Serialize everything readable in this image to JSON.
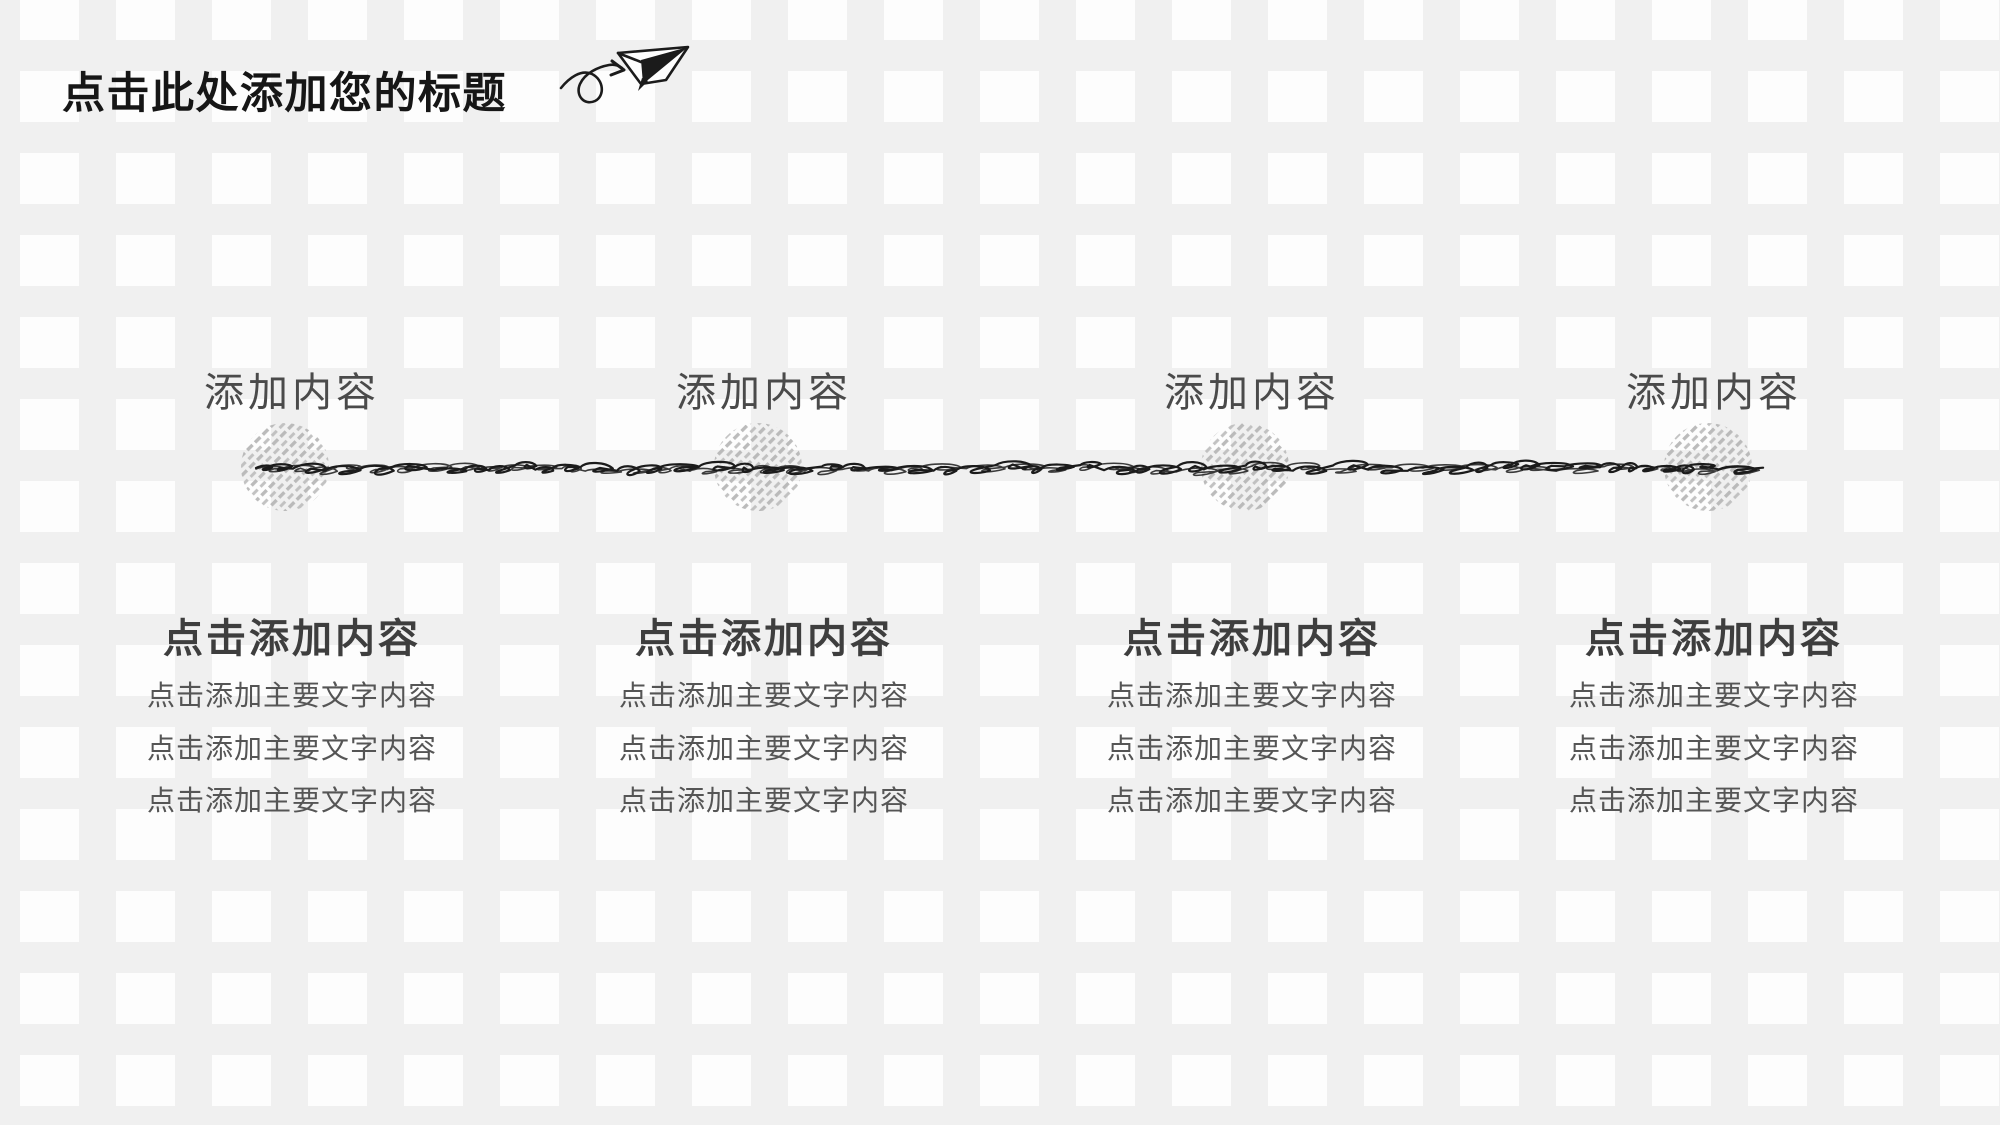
{
  "slide": {
    "title": "点击此处添加您的标题"
  },
  "decorations": {
    "plane_icon": "paper-plane-with-swirl-arrow-icon",
    "node_marker": "hatched-sketch-circle",
    "timeline_line": "hand-drawn-scribble-line"
  },
  "timeline": {
    "nodes": [
      {
        "label": "添加内容",
        "heading": "点击添加内容",
        "body": [
          "点击添加主要文字内容",
          "点击添加主要文字内容",
          "点击添加主要文字内容"
        ]
      },
      {
        "label": "添加内容",
        "heading": "点击添加内容",
        "body": [
          "点击添加主要文字内容",
          "点击添加主要文字内容",
          "点击添加主要文字内容"
        ]
      },
      {
        "label": "添加内容",
        "heading": "点击添加内容",
        "body": [
          "点击添加主要文字内容",
          "点击添加主要文字内容",
          "点击添加主要文字内容"
        ]
      },
      {
        "label": "添加内容",
        "heading": "点击添加内容",
        "body": [
          "点击添加主要文字内容",
          "点击添加主要文字内容",
          "点击添加主要文字内容"
        ]
      }
    ]
  },
  "colors": {
    "background_gray": "#f0f0f0",
    "square_white": "#fdfdfd",
    "title_text": "#161616",
    "node_label_text": "#4a4a4a",
    "heading_text": "#3e3e3e",
    "body_text": "#555555",
    "ink": "#1b1b1b",
    "hatch": "#b5b5b5"
  }
}
